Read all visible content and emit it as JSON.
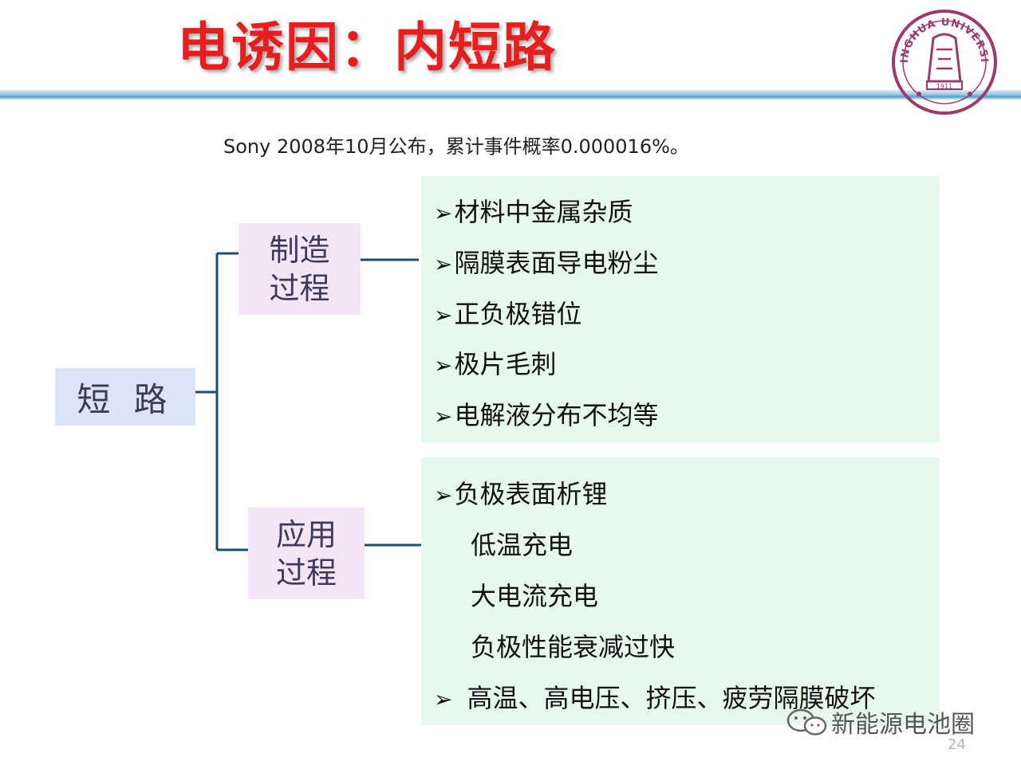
{
  "slide": {
    "title": "电诱因：内短路",
    "subtitle": "Sony 2008年10月公布，累计事件概率0.000016%。",
    "page_number": "24"
  },
  "seal": {
    "text": "TSINGHUA UNIVERSITY",
    "year": "1911",
    "color": "#9b3a6b"
  },
  "diagram": {
    "root": "短 路",
    "branches": [
      {
        "label_line1": "制造",
        "label_line2": "过程",
        "items": [
          {
            "marker": "➢",
            "text": "材料中金属杂质"
          },
          {
            "marker": "➢",
            "text": "隔膜表面导电粉尘"
          },
          {
            "marker": "➢",
            "text": "正负极错位"
          },
          {
            "marker": "➢",
            "text": "极片毛刺"
          },
          {
            "marker": "➢",
            "text": "电解液分布不均等"
          }
        ]
      },
      {
        "label_line1": "应用",
        "label_line2": "过程",
        "items": [
          {
            "marker": "➢",
            "text": "负极表面析锂"
          },
          {
            "marker": "",
            "text": "低温充电"
          },
          {
            "marker": "",
            "text": "大电流充电"
          },
          {
            "marker": "",
            "text": "负极性能衰减过快"
          },
          {
            "marker": "➢",
            "text": "高温、高电压、挤压、疲劳隔膜破坏"
          }
        ]
      }
    ]
  },
  "watermark": {
    "text": "新能源电池圈",
    "icon": "wechat-icon"
  },
  "colors": {
    "title": "#e61e1e",
    "connector": "#1f4e6e",
    "root_box": "#dbe5f5",
    "branch_box": "#f5e5f7",
    "panel": "#e5f9ef"
  }
}
